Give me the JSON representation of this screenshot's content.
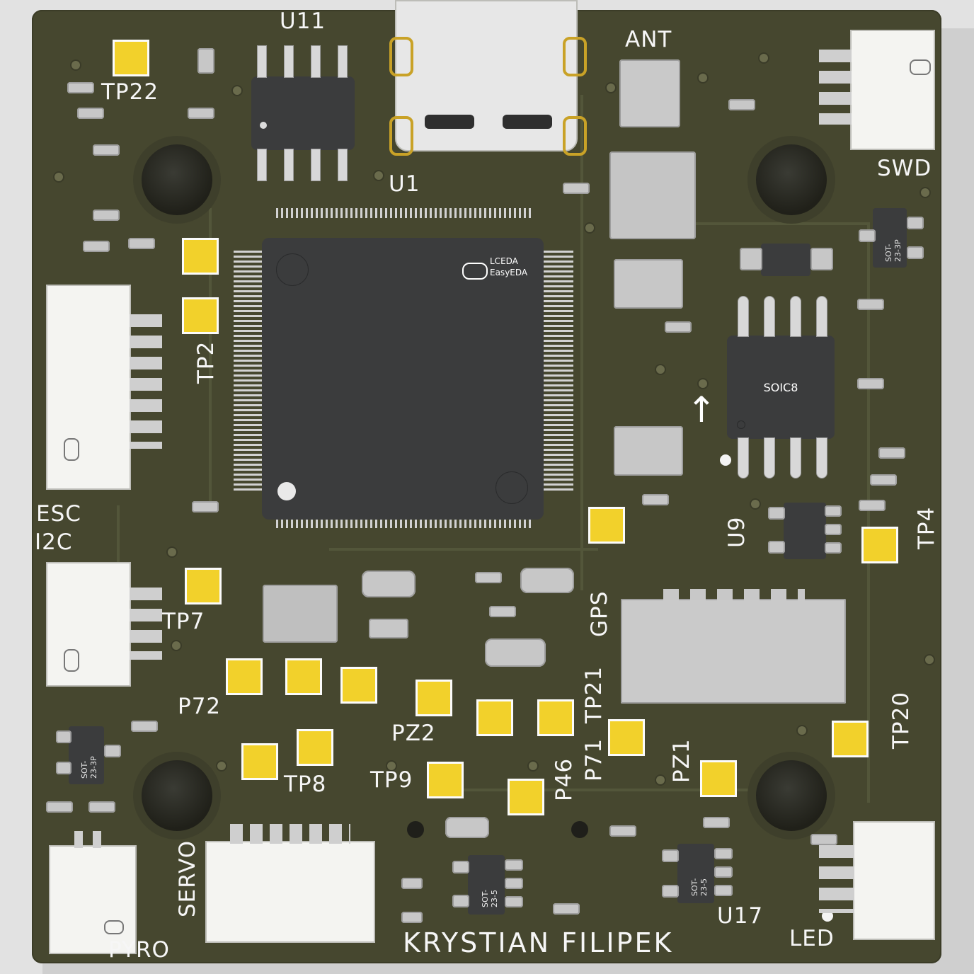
{
  "board": {
    "author": "KRYSTIAN FILIPEK"
  },
  "labels": {
    "u11": "U11",
    "u1": "U1",
    "ant": "ANT",
    "swd": "SWD",
    "tp22": "TP22",
    "tp2": "TP2",
    "esc": "ESC",
    "i2c": "I2C",
    "tp7": "TP7",
    "p72": "P72",
    "tp8": "TP8",
    "pz2": "PZ2",
    "tp9": "TP9",
    "p46": "P46",
    "p71": "P71",
    "tp21": "TP21",
    "pz1": "PZ1",
    "tp20": "TP20",
    "gps": "GPS",
    "u9": "U9",
    "tp4": "TP4",
    "u17": "U17",
    "led": "LED",
    "servo": "SERVO",
    "pyro": "PYRO"
  },
  "chips": {
    "mcu_brand_line1": "LCEDA",
    "mcu_brand_line2": "EasyEDA",
    "soic8": "SOIC8",
    "sot23_3p": "SOT-23-3P",
    "sot23_5": "SOT-23-5"
  },
  "colors": {
    "pcb": "#46472f",
    "pad": "#f2d12b",
    "silkscreen": "#f6f6f6"
  }
}
